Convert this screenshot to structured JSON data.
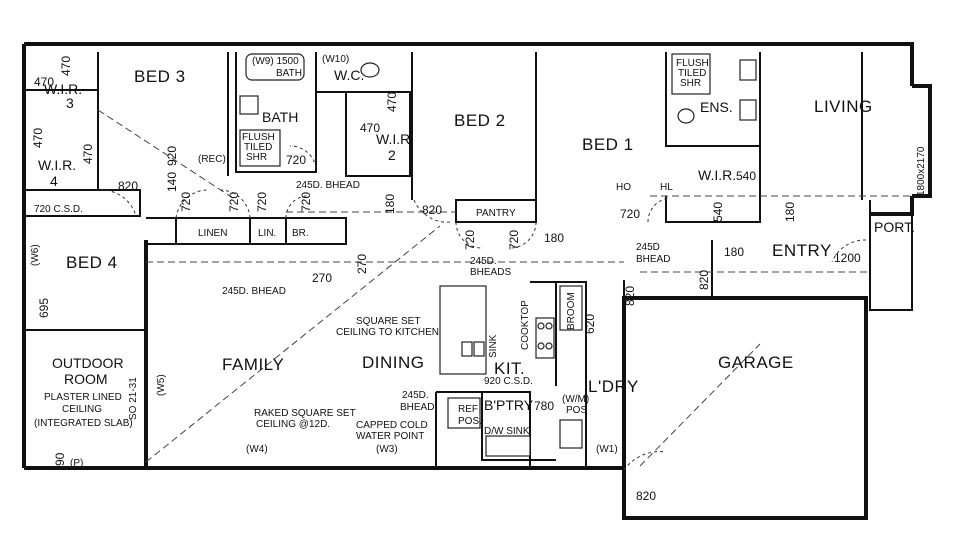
{
  "rooms": {
    "bed3": "BED 3",
    "bath": "BATH",
    "wc": "W.C.",
    "bed2": "BED 2",
    "bed1": "BED 1",
    "ens": "ENS.",
    "living": "LIVING",
    "wir3_a": "W.I.R.",
    "wir3_b": "3",
    "wir4_a": "W.I.R.",
    "wir4_b": "4",
    "wir2_a": "W.I.R.",
    "wir2_b": "2",
    "wir1": "W.I.R.",
    "bed4": "BED 4",
    "linen": "LINEN",
    "lin": "LIN.",
    "br": "BR.",
    "pantry": "PANTRY",
    "entry": "ENTRY",
    "port": "PORT.",
    "outdoor_a": "OUTDOOR",
    "outdoor_b": "ROOM",
    "family": "FAMILY",
    "dining": "DINING",
    "kit": "KIT.",
    "bptry": "B'PTRY",
    "ldry": "L'DRY",
    "garage": "GARAGE",
    "broom": "BROOM",
    "cooktop": "COOKTOP",
    "sink": "SINK"
  },
  "notes": {
    "w9_bath_a": "(W9) 1500",
    "w9_bath_b": "BATH",
    "w10": "(W10)",
    "flush_tiled_a": "FLUSH",
    "flush_tiled_b": "TILED",
    "flush_tiled_c": "SHR",
    "flush_ens_a": "FLUSH",
    "flush_ens_b": "TILED",
    "flush_ens_c": "SHR",
    "csd_720": "720 C.S.D.",
    "bhead_245_top": "245D. BHEAD",
    "bhead_245_family": "245D. BHEAD",
    "bheads_245_a": "245D.",
    "bheads_245_b": "BHEADS",
    "bhead_245_entry_a": "245D",
    "bhead_245_entry_b": "BHEAD",
    "square_set_a": "SQUARE SET",
    "square_set_b": "CEILING TO KITCHEN",
    "raked_a": "RAKED SQUARE SET",
    "raked_b": "CEILING @12D.",
    "capped_a": "CAPPED COLD",
    "capped_b": "WATER POINT",
    "plaster_a": "PLASTER LINED",
    "plaster_b": "CEILING",
    "plaster_c": "(INTEGRATED SLAB)",
    "csd_920": "920 C.S.D.",
    "bhead_245_bptry_a": "245D.",
    "bhead_245_bptry_b": "BHEAD",
    "ref_pos_a": "REF",
    "ref_pos_b": "POS.",
    "wm_pos_a": "(W/M)",
    "wm_pos_b": "POS",
    "dw_sink": "D/W SINK",
    "window_living": "1800x2170",
    "so": "SO 21-31",
    "w4": "(W4)",
    "w3": "(W3)",
    "w1": "(W1)",
    "w5": "(W5)",
    "w6": "(W6)",
    "p": "(P)",
    "rec": "(REC)",
    "ho": "HO",
    "hl": "HL"
  },
  "dims": {
    "d470_a": "470",
    "d470_b": "470",
    "d470_c": "470",
    "d470_d": "470",
    "d470_e": "470",
    "d470_f": "470",
    "d920": "920",
    "d140": "140",
    "d820_a": "820",
    "d720_a": "720",
    "d720_b": "720",
    "d720_c": "720",
    "d720_d": "720",
    "d720_e": "720",
    "d720_f": "720",
    "d720_g": "720",
    "d720_h": "720",
    "d180_a": "180",
    "d820_b": "820",
    "d180_b": "180",
    "d180_c": "180",
    "d180_d": "180",
    "d540_a": "540",
    "d540_b": "540",
    "d1200": "1200",
    "d270_a": "270",
    "d270_b": "270",
    "d695": "695",
    "d820_c": "820",
    "d820_d": "820",
    "d620": "620",
    "d780": "780",
    "d90": "90",
    "d820_e": "820"
  }
}
